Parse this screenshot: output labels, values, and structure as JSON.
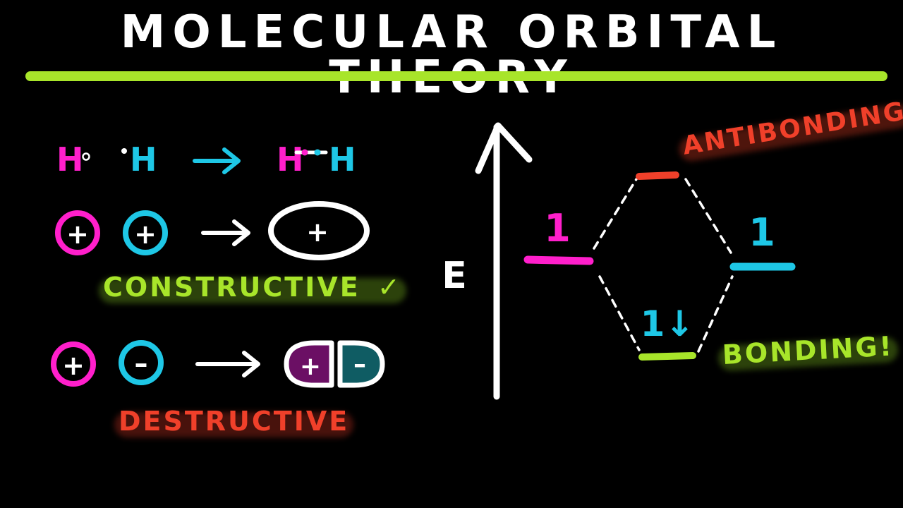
{
  "title": "MOLECULAR ORBITAL THEORY",
  "colors": {
    "accent": "#a8e52a",
    "magenta": "#ff1fcb",
    "cyan": "#1ec7e6",
    "red": "#f0402a",
    "white": "#ffffff",
    "dark_purple": "#6b0f64",
    "dark_teal": "#0f5c63"
  },
  "left_panel": {
    "h2_row": {
      "left_atom": "H",
      "right_atom": "H",
      "product_left": "H",
      "product_right": "H"
    },
    "constructive_row": {
      "left_sign": "+",
      "right_sign": "+",
      "result_sign": "+",
      "label": "CONSTRUCTIVE",
      "mark": "✓"
    },
    "destructive_row": {
      "left_sign": "+",
      "right_sign": "–",
      "result_left_sign": "+",
      "result_right_sign": "–",
      "label": "DESTRUCTIVE"
    }
  },
  "mo_diagram": {
    "energy_label": "E",
    "left_electron": "1",
    "right_electron": "1",
    "bonding_electrons": "1↓",
    "antibonding_label": "ANTIBONDING",
    "bonding_label": "BONDING!"
  }
}
